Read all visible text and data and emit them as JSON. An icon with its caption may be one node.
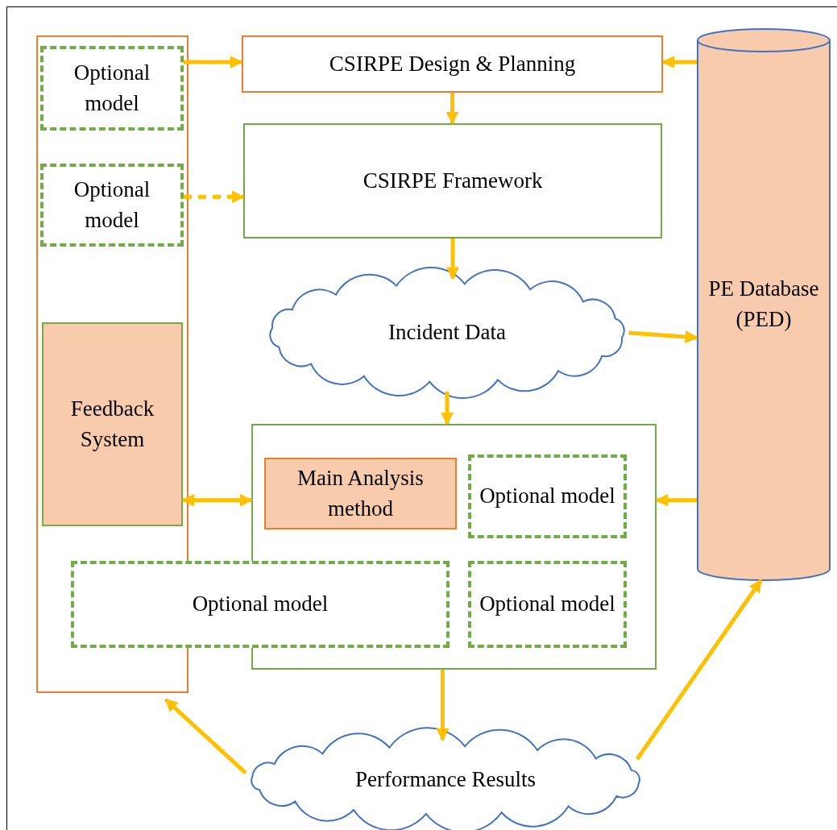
{
  "diagram": {
    "nodes": [
      {
        "text": [],
        "shape": "box"
      },
      {
        "text": [
          "Optional model"
        ],
        "in": 0
      },
      {
        "text": [
          "Optional model"
        ],
        "in": 0
      },
      {
        "text": [
          "Feedback System"
        ],
        "in": 0
      },
      {
        "text": [
          "CSIRPE Design & Planning"
        ]
      },
      {
        "text": [
          "CSIRPE Framework"
        ]
      },
      {
        "text": [
          "Incident Data"
        ]
      },
      {
        "text": [
          "PE Database (PED)"
        ]
      },
      {
        "text": [],
        "shape": "box"
      },
      {
        "text": [
          "Main Analysis method"
        ],
        "in": 8
      },
      {
        "text": [
          "Optional model"
        ],
        "in": 8
      },
      {
        "text": [
          "Optional model"
        ],
        "in": 8
      },
      {
        "text": [
          "Optional model"
        ]
      },
      {
        "text": [
          "Performance Results"
        ]
      }
    ],
    "edges": [
      {
        "from": 1,
        "to": 4,
        "arrow": "to"
      },
      {
        "from": 2,
        "to": 5,
        "arrow": "to",
        "style": "dashed"
      },
      {
        "from": 7,
        "to": 4,
        "arrow": "to"
      },
      {
        "from": 4,
        "to": 5,
        "arrow": "to"
      },
      {
        "from": 5,
        "to": 6,
        "arrow": "to"
      },
      {
        "from": 6,
        "to": 7,
        "arrow": "to"
      },
      {
        "from": 6,
        "to": 8,
        "arrow": "to"
      },
      {
        "from": 3,
        "to": 8,
        "arrow": "both"
      },
      {
        "from": 7,
        "to": 8,
        "arrow": "to"
      },
      {
        "from": 8,
        "to": 13,
        "arrow": "to"
      },
      {
        "from": 13,
        "to": 0,
        "arrow": "to"
      },
      {
        "from": 13,
        "to": 7,
        "arrow": "to"
      }
    ]
  }
}
